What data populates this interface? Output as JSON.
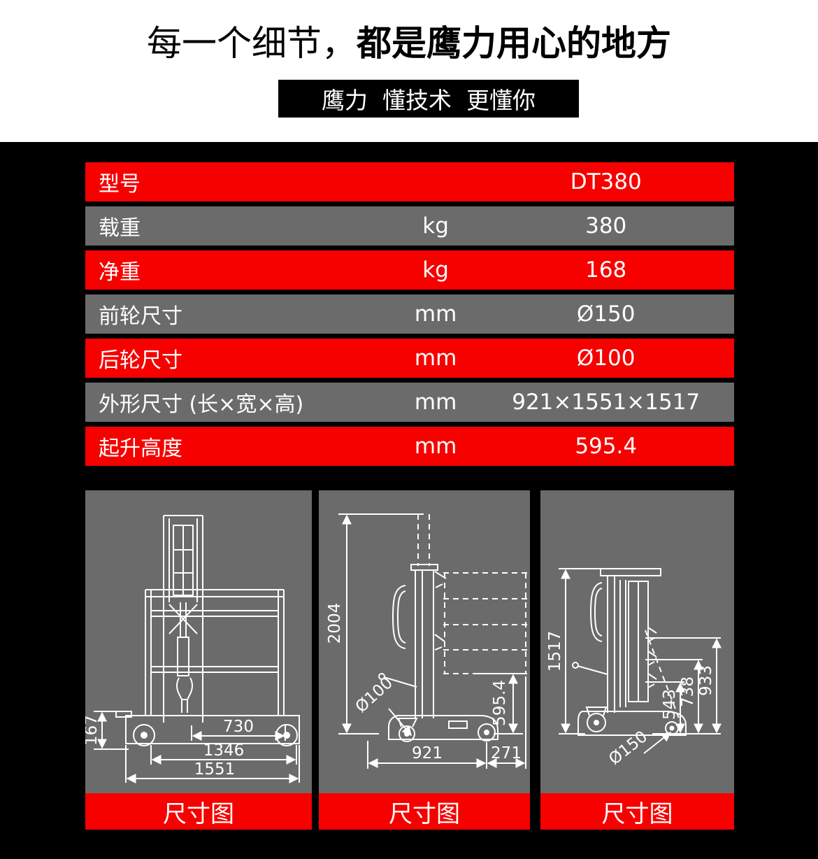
{
  "header": {
    "title_regular": "每一个细节，",
    "title_bold": "都是鹰力用心的地方",
    "banner_text": "鹰力  懂技术  更懂你"
  },
  "colors": {
    "accent_red": "#f60000",
    "row_gray": "#6b6b6b",
    "background_black": "#000000",
    "header_background": "#ffffff",
    "text_white": "#ffffff"
  },
  "spec_table": {
    "rows": [
      {
        "label": "型号",
        "unit": "",
        "value": "DT380",
        "style": "red"
      },
      {
        "label": "载重",
        "unit": "kg",
        "value": "380",
        "style": "gray"
      },
      {
        "label": "净重",
        "unit": "kg",
        "value": "168",
        "style": "red"
      },
      {
        "label": "前轮尺寸",
        "unit": "mm",
        "value": "Ø150",
        "style": "gray"
      },
      {
        "label": "后轮尺寸",
        "unit": "mm",
        "value": "Ø100",
        "style": "red"
      },
      {
        "label": "外形尺寸 (长×宽×高)",
        "unit": "mm",
        "value": "921×1551×1517",
        "style": "gray"
      },
      {
        "label": "起升高度",
        "unit": "mm",
        "value": "595.4",
        "style": "red"
      }
    ]
  },
  "diagrams": {
    "panels": [
      {
        "name": "front-view",
        "caption": "尺寸图",
        "dims": [
          "167",
          "730",
          "1346",
          "1551"
        ]
      },
      {
        "name": "side-view-raised",
        "caption": "尺寸图",
        "dims": [
          "2004",
          "Ø100",
          "595.4",
          "921",
          "271"
        ]
      },
      {
        "name": "side-view-lowered",
        "caption": "尺寸图",
        "dims": [
          "1517",
          "543",
          "738",
          "933",
          "Ø150"
        ]
      }
    ]
  }
}
